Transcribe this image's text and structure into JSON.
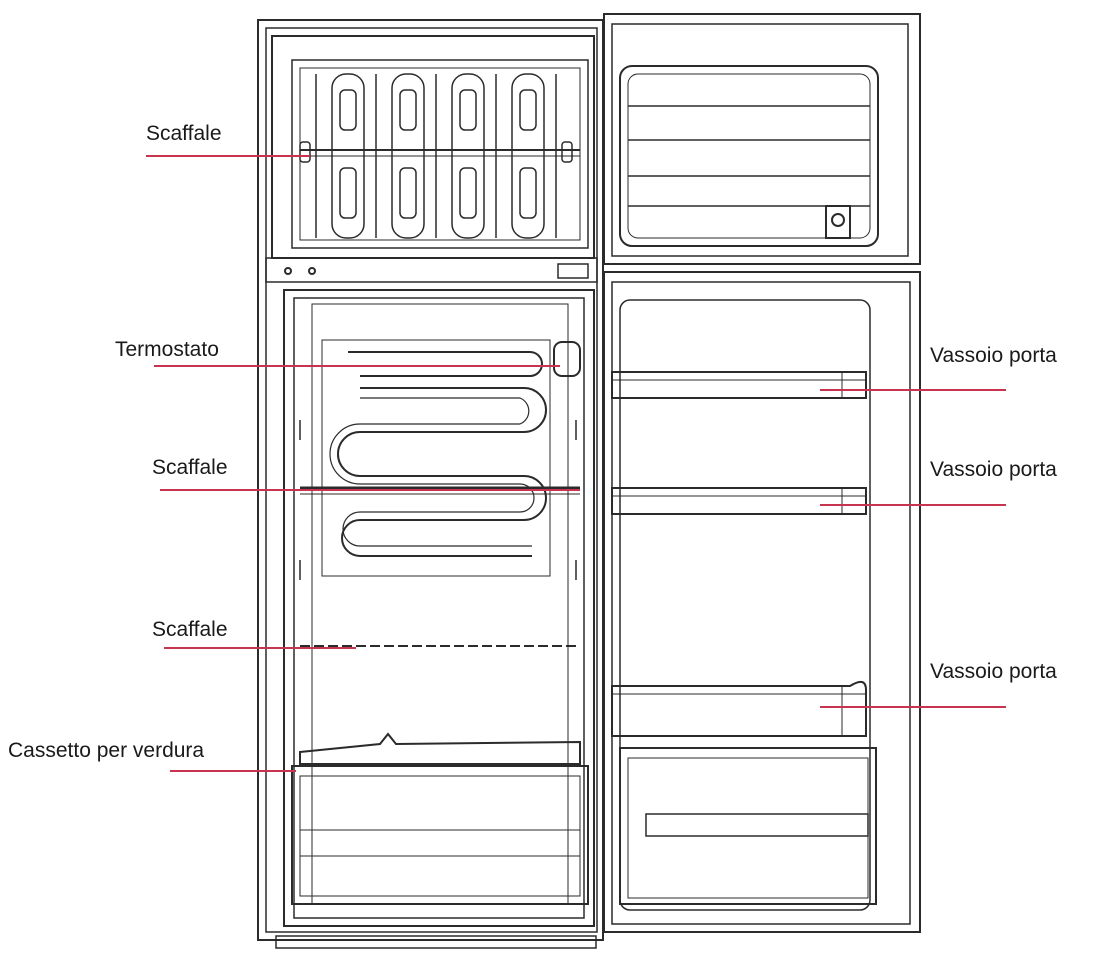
{
  "labels": {
    "left": [
      {
        "text": "Scaffale"
      },
      {
        "text": "Termostato"
      },
      {
        "text": "Scaffale"
      },
      {
        "text": "Scaffale"
      },
      {
        "text": "Cassetto per verdura"
      }
    ],
    "right": [
      {
        "text": "Vassoio porta"
      },
      {
        "text": "Vassoio porta"
      },
      {
        "text": "Vassoio porta"
      }
    ]
  },
  "colors": {
    "leader": "#c8334f",
    "outline": "#2b2b2b",
    "fill": "#ffffff"
  }
}
